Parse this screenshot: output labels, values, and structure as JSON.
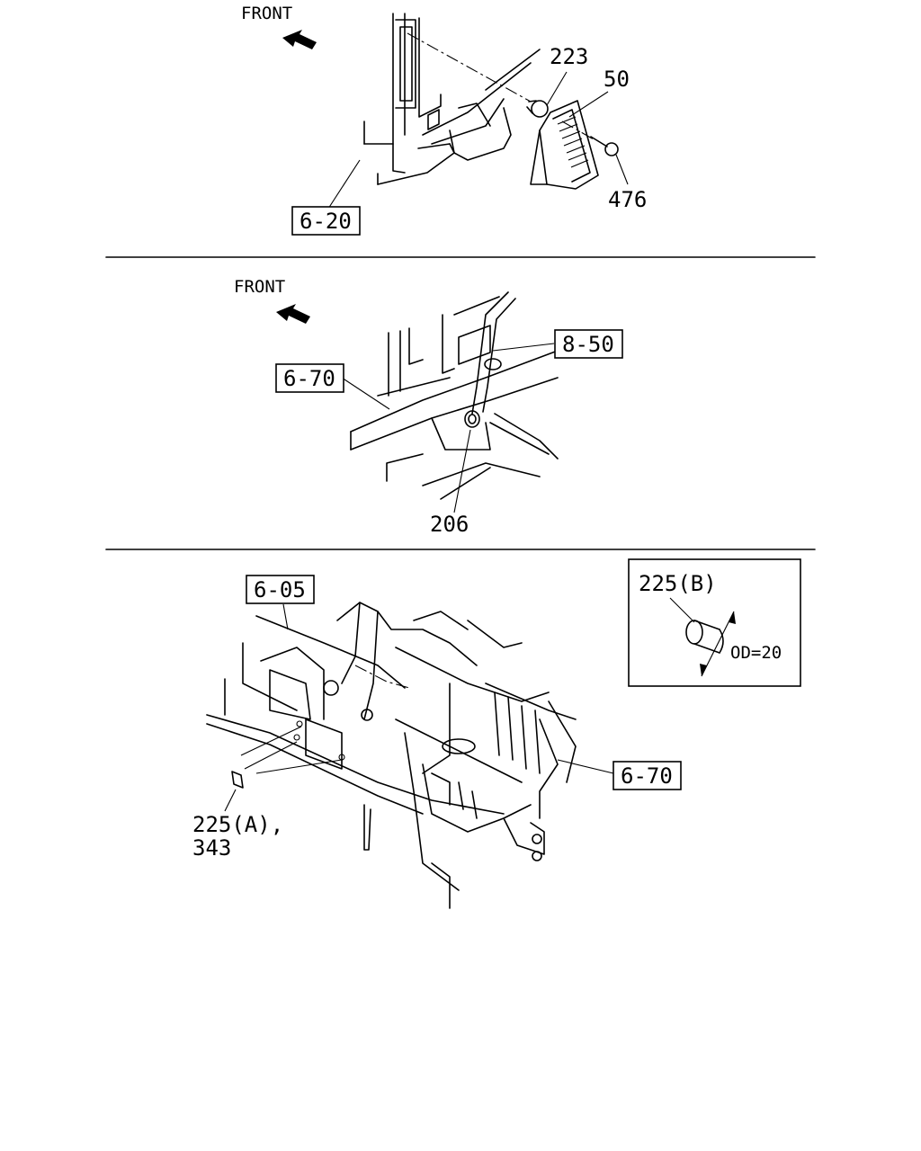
{
  "panel1": {
    "front_label": "FRONT",
    "callouts": [
      "223",
      "50",
      "476"
    ],
    "ref_box": "6-20"
  },
  "panel2": {
    "front_label": "FRONT",
    "ref_boxes": [
      "8-50",
      "6-70"
    ],
    "callouts": [
      "206"
    ]
  },
  "panel3": {
    "ref_boxes": [
      "6-05",
      "6-70"
    ],
    "callout_lines": [
      "225(A),",
      "343"
    ],
    "detail": {
      "part_label": "225(B)",
      "dimension": "OD=20"
    }
  },
  "icons": [
    "front-arrow-icon",
    "front-arrow-icon"
  ]
}
